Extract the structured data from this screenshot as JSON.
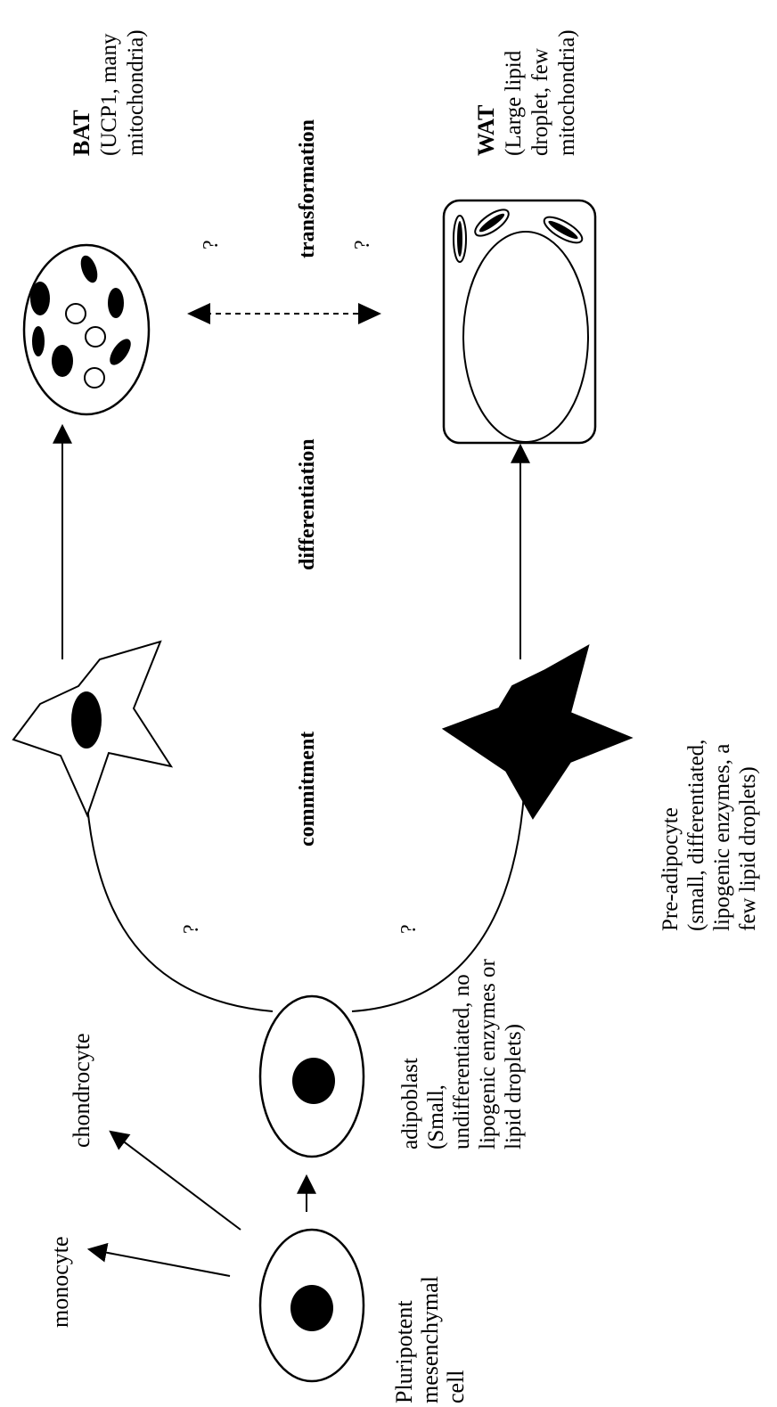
{
  "colors": {
    "ink": "#000000",
    "background": "#ffffff",
    "cell_fill": "#ffffff"
  },
  "cells": {
    "mesenchymal": {
      "label_lines": [
        "Pluripotent",
        "mesenchymal",
        "cell"
      ]
    },
    "adipoblast": {
      "label_lines": [
        "adipoblast",
        "(Small,",
        "undifferentiated, no",
        "lipogenic enzymes or",
        "lipid droplets)"
      ]
    },
    "preadipocyte": {
      "label_lines": [
        "Pre-adipocyte",
        "(small, differentiated,",
        "lipogenic enzymes, a",
        "few lipid droplets)"
      ]
    },
    "bat": {
      "title": "BAT",
      "label_lines": [
        "(UCP1, many",
        "mitochondria)"
      ]
    },
    "wat": {
      "title": "WAT",
      "label_lines": [
        "(Large lipid",
        "droplet, few",
        "mitochondria)"
      ]
    }
  },
  "other_fates": {
    "monocyte": "monocyte",
    "chondrocyte": "chondrocyte"
  },
  "stages": {
    "commitment": "commitment",
    "differentiation": "differentiation",
    "transformation": "transformation"
  },
  "question_mark": "?"
}
